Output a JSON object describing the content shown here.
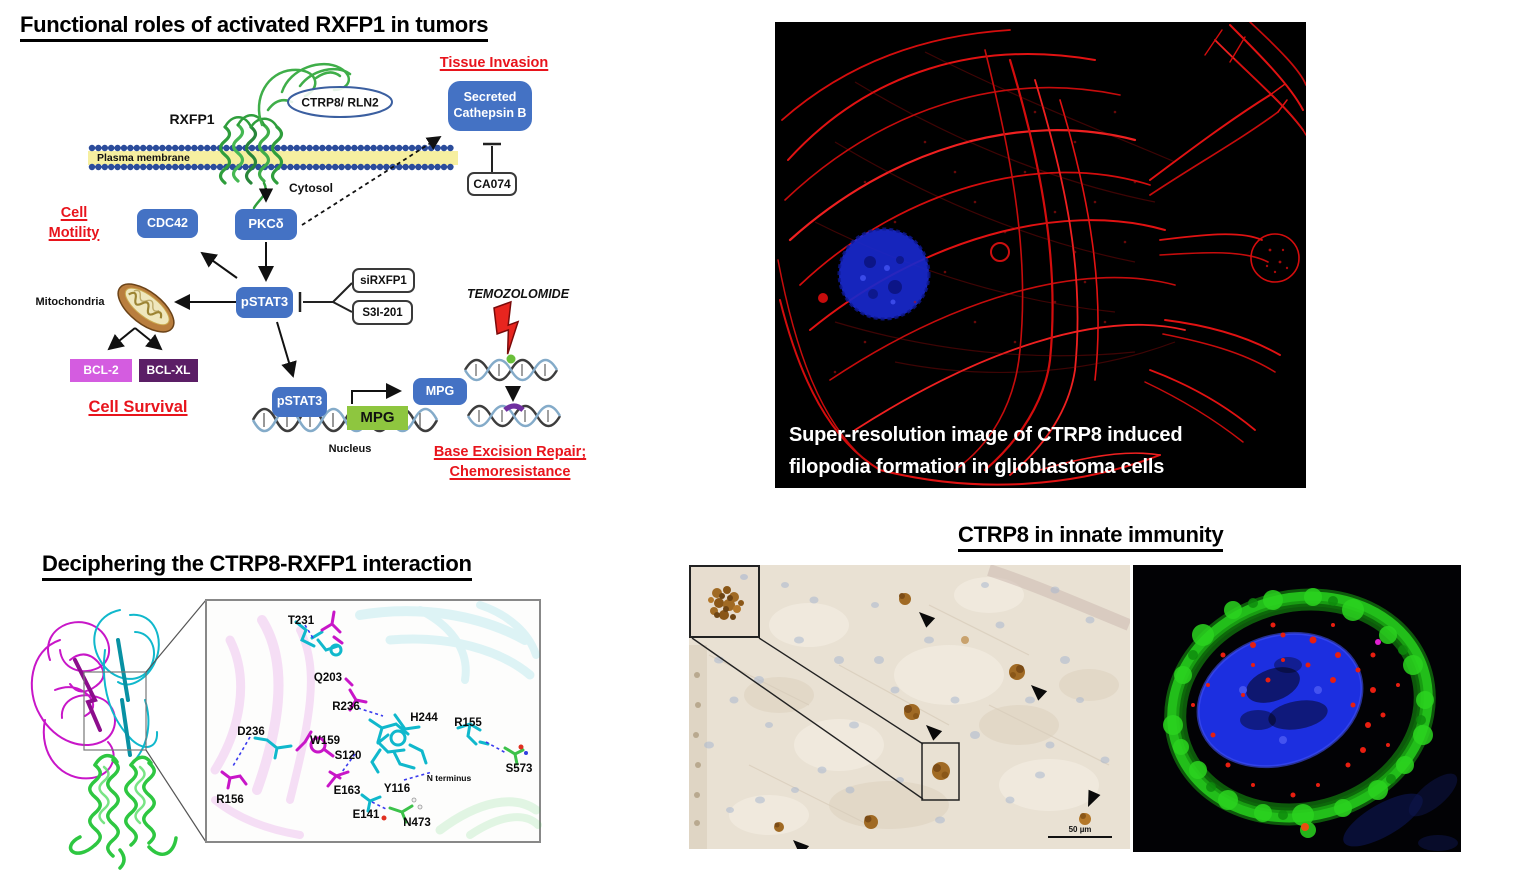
{
  "colors": {
    "node_blue": "#4472c4",
    "mpg_green": "#8ec63f",
    "bcl2_pink": "#d45ce0",
    "bclxl_purple": "#5b1e66",
    "label_red": "#e8141c",
    "membrane_yellow": "#f6efa0",
    "membrane_blue": "#2b4c9b",
    "receptor_green": "#2f9e3c",
    "ribbon_magenta": "#c816c8",
    "ribbon_cyan": "#10b8cc",
    "ribbon_green": "#2ec741",
    "filament_red": "#d90f0f"
  },
  "pathway": {
    "title": "Functional roles of activated RXFP1 in tumors",
    "tissue_invasion": "Tissue Invasion",
    "cell_motility_line1": "Cell",
    "cell_motility_line2": "Motility",
    "cell_survival": "Cell Survival",
    "base_excision_repair": "Base Excision Repair;",
    "chemoresistance": "Chemoresistance",
    "rxfp1": "RXFP1",
    "ctrp8_rln2": "CTRP8/ RLN2",
    "plasma_membrane": "Plasma membrane",
    "cytosol": "Cytosol",
    "mitochondria": "Mitochondria",
    "nucleus": "Nucleus",
    "temozolomide": "TEMOZOLOMIDE",
    "secreted_cathepsin_line1": "Secreted",
    "secreted_cathepsin_line2": "Cathepsin B",
    "ca074": "CA074",
    "cdc42": "CDC42",
    "pkc_delta": "PKCδ",
    "pstat3": "pSTAT3",
    "sirxfp1": "siRXFP1",
    "s3i_201": "S3I-201",
    "bcl2": "BCL-2",
    "bclxl": "BCL-XL",
    "pstat3_nuclear": "pSTAT3",
    "mpg_gene": "MPG",
    "mpg_protein": "MPG"
  },
  "superres": {
    "caption_line1": "Super-resolution image of CTRP8 induced",
    "caption_line2": "filopodia formation in glioblastoma cells"
  },
  "structure": {
    "title": "Deciphering the CTRP8-RXFP1 interaction",
    "n_terminus": "N terminus",
    "residues": [
      "T231",
      "Q203",
      "R236",
      "H244",
      "R155",
      "D236",
      "W159",
      "S120",
      "S573",
      "E163",
      "Y116",
      "R156",
      "E141",
      "N473"
    ]
  },
  "immunity": {
    "title": "CTRP8 in innate immunity",
    "scale_bar": "50 µm"
  }
}
